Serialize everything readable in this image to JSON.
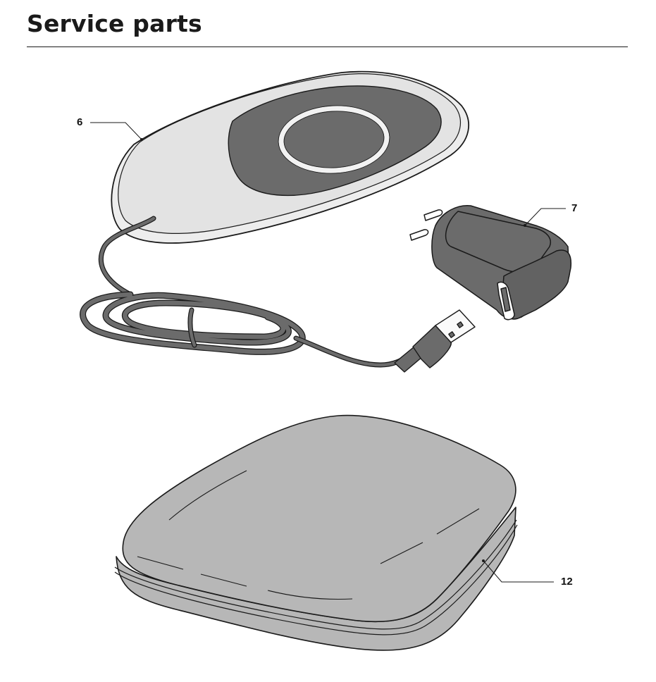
{
  "page": {
    "title": "Service parts"
  },
  "callouts": {
    "charger_pad": "6",
    "power_adapter": "7",
    "travel_case": "12"
  },
  "colors": {
    "pad_body": "#e3e3e3",
    "pad_top": "#6b6b6b",
    "case_body": "#b7b7b7",
    "adapter_body": "#6b6b6b",
    "cable": "#6b6b6b",
    "outline": "#1a1a1a"
  }
}
